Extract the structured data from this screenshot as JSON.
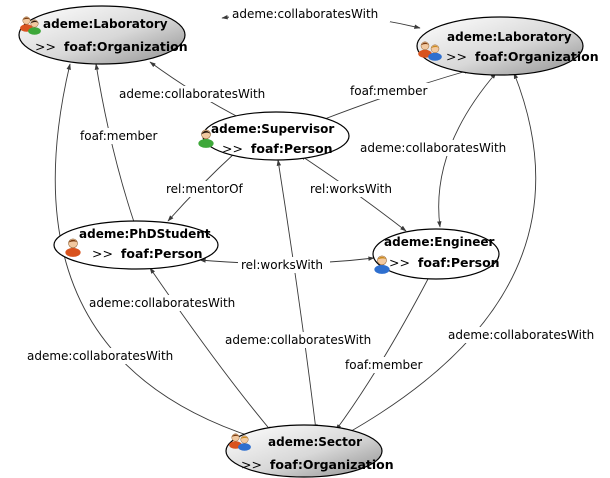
{
  "nodes": {
    "lab1": {
      "title": "ademe:Laboratory",
      "type_prefix": ">> ",
      "type": "foaf:Organization",
      "icon": "group-icon"
    },
    "lab2": {
      "title": "ademe:Laboratory",
      "type_prefix": ">> ",
      "type": "foaf:Organization",
      "icon": "group-icon"
    },
    "supervisor": {
      "title": "ademe:Supervisor",
      "type_prefix": ">> ",
      "type": "foaf:Person",
      "icon": "person-green-icon"
    },
    "phd": {
      "title": "ademe:PhDStudent",
      "type_prefix": ">> ",
      "type": "foaf:Person",
      "icon": "person-orange-icon"
    },
    "engineer": {
      "title": "ademe:Engineer",
      "type_prefix": ">> ",
      "type": "foaf:Person",
      "icon": "person-blue-icon"
    },
    "sector": {
      "title": "ademe:Sector",
      "type_prefix": ">> ",
      "type": "foaf:Organization",
      "icon": "group-icon"
    }
  },
  "edges": {
    "lab_lab": "ademe:collaboratesWith",
    "lab1_supervisor": "ademe:collaboratesWith",
    "supervisor_lab2": "foaf:member",
    "phd_lab1": "foaf:member",
    "lab2_engineer": "ademe:collaboratesWith",
    "supervisor_phd": "rel:mentorOf",
    "supervisor_engineer": "rel:worksWith",
    "phd_engineer": "rel:worksWith",
    "phd_sector": "ademe:collaboratesWith",
    "supervisor_sector": "ademe:collaboratesWith",
    "lab2_sector": "ademe:collaboratesWith",
    "lab1_sector": "ademe:collaboratesWith",
    "engineer_sector": "foaf:member"
  },
  "colors": {
    "node_gradient_light": "#ffffff",
    "node_gradient_dark": "#9e9e9e",
    "node_outline": "#000000",
    "edge": "#3a3a3a"
  }
}
